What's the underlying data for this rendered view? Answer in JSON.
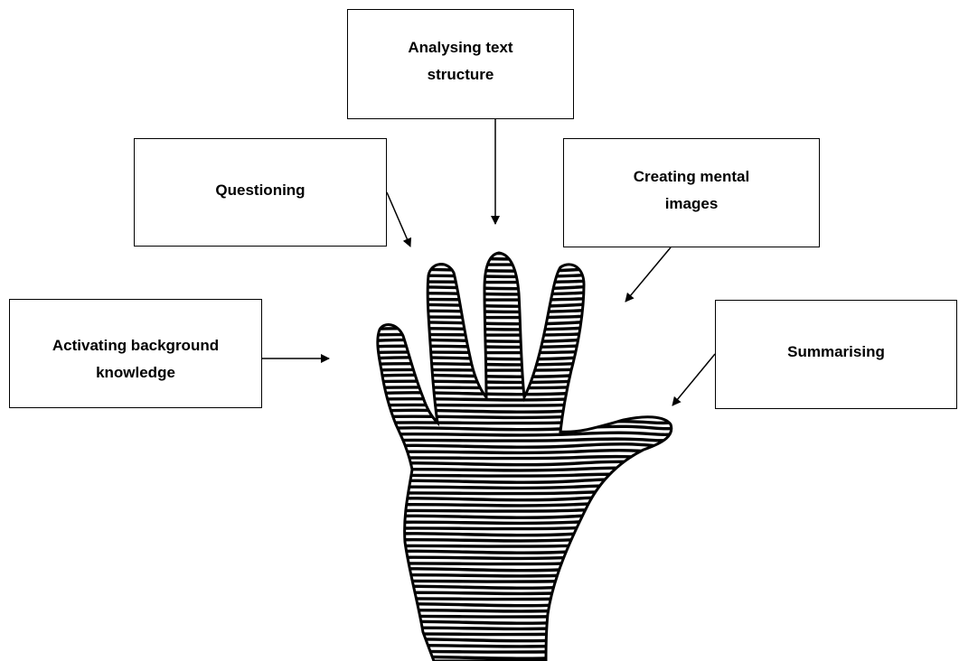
{
  "diagram": {
    "boxes": {
      "analysing": "Analysing text structure",
      "questioning": "Questioning",
      "creating": "Creating mental images",
      "activating": "Activating background knowledge",
      "summarising": "Summarising"
    },
    "illustration": "hand-icon",
    "colors": {
      "ink": "#000000",
      "background": "#ffffff"
    }
  }
}
